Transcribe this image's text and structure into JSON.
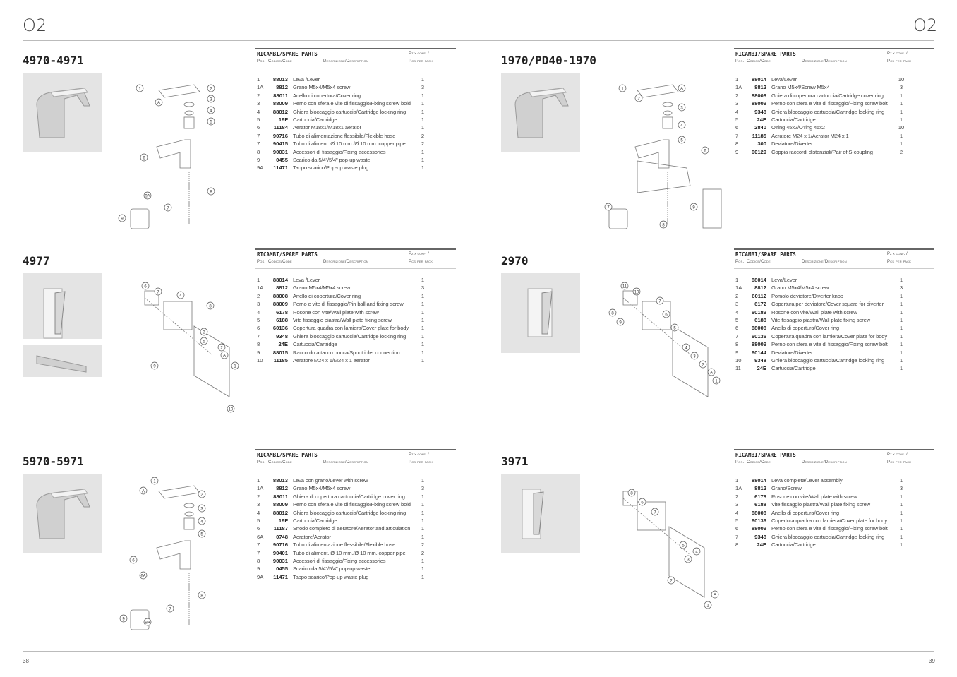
{
  "brand": "O2",
  "pages": {
    "left": "38",
    "right": "39"
  },
  "table_labels": {
    "heading": "RICAMBI/SPARE PARTS",
    "pos": "Pos.",
    "code": "Codice/Code",
    "description": "Descrizione/Description",
    "pcs_line1": "Pz x conf. /",
    "pcs_line2": "Pcs per pack"
  },
  "sections": [
    {
      "title": "4970-4971",
      "callouts": [
        "1",
        "2",
        "3",
        "4",
        "5",
        "A",
        "6",
        "8",
        "7",
        "9A",
        "9"
      ],
      "rows": [
        [
          "1",
          "88013",
          "Leva /Lever",
          "1"
        ],
        [
          "1A",
          "8812",
          "Grano M5x4/M5x4 screw",
          "3"
        ],
        [
          "2",
          "88011",
          "Anello di copertura/Cover ring",
          "1"
        ],
        [
          "3",
          "88009",
          "Perno con sfera e vite di fissaggio/Fixing screw bold",
          "1"
        ],
        [
          "4",
          "88012",
          "Ghiera bloccaggio cartuccia/Cartridge locking ring",
          "1"
        ],
        [
          "5",
          "19F",
          "Cartuccia/Cartridge",
          "1"
        ],
        [
          "6",
          "11184",
          "Aerator M18x1/M18x1 aerator",
          "1"
        ],
        [
          "7",
          "90716",
          "Tubo di alimentazione  flessibile/Flexible hose",
          "2"
        ],
        [
          "7",
          "90415",
          "Tubo di aliment. Ø 10 mm./Ø 10 mm. copper pipe",
          "2"
        ],
        [
          "8",
          "90031",
          "Accessori di fissaggio/Fixing accessories",
          "1"
        ],
        [
          "9",
          "0455",
          "Scarico da 5/4\"/5/4\" pop-up waste",
          "1"
        ],
        [
          "9A",
          "11471",
          "Tappo scarico/Pop-up waste plug",
          "1"
        ]
      ]
    },
    {
      "title": "1970/PD40-1970",
      "callouts": [
        "1",
        "A",
        "2",
        "3",
        "4",
        "5",
        "6",
        "7",
        "8",
        "9"
      ],
      "rows": [
        [
          "1",
          "88014",
          "Leva/Lever",
          "10"
        ],
        [
          "1A",
          "8812",
          "Grano M5x4/Screw M5x4",
          "3"
        ],
        [
          "2",
          "88008",
          "Ghiera di copertura cartuccia/Cartridge cover ring",
          "1"
        ],
        [
          "3",
          "88009",
          "Perno con sfera e vite di fissaggio/Fixing screw bolt",
          "1"
        ],
        [
          "4",
          "9348",
          "Ghiera bloccaggio cartuccia/Cartridge locking ring",
          "1"
        ],
        [
          "5",
          "24E",
          "Cartuccia/Cartridge",
          "1"
        ],
        [
          "6",
          "2840",
          "O'ring 45x2/O'ring 45x2",
          "10"
        ],
        [
          "7",
          "11185",
          "Aeratore M24 x 1/Aerator M24 x 1",
          "1"
        ],
        [
          "8",
          "300",
          "Deviatore/Diverter",
          "1"
        ],
        [
          "9",
          "60129",
          "Coppia raccordi distanziali/Pair of S-coupling",
          "2"
        ]
      ]
    },
    {
      "title": "4977",
      "callouts": [
        "6",
        "7",
        "4",
        "8",
        "5",
        "3",
        "2",
        "A",
        "1",
        "9",
        "10"
      ],
      "rows": [
        [
          "1",
          "88014",
          "Leva /Lever",
          "1"
        ],
        [
          "1A",
          "8812",
          "Grano M5x4/M5x4 screw",
          "3"
        ],
        [
          "2",
          "88008",
          "Anello di copertura/Cover ring",
          "1"
        ],
        [
          "3",
          "88009",
          "Perno e vite di fissaggio/Pin ball and fixing screw",
          "1"
        ],
        [
          "4",
          "6178",
          "Rosone con vite/Wall plate with screw",
          "1"
        ],
        [
          "5",
          "6188",
          "Vite fissaggio piastra/Wall plate fixing screw",
          "1"
        ],
        [
          "6",
          "60136",
          "Copertura quadra con lamiera/Cover plate for body",
          "1"
        ],
        [
          "7",
          "9348",
          "Ghiera bloccaggio cartuccia/Cartridge locking ring",
          "1"
        ],
        [
          "8",
          "24E",
          "Cartuccia/Cartridge",
          "1"
        ],
        [
          "9",
          "88015",
          "Raccordo attacco bocca/Spout inlet connection",
          "1"
        ],
        [
          "10",
          "11185",
          "Aeratore M24 x 1/M24 x 1 aerator",
          "1"
        ]
      ]
    },
    {
      "title": "2970",
      "callouts": [
        "11",
        "10",
        "8",
        "9",
        "7",
        "6",
        "5",
        "4",
        "3",
        "2",
        "A",
        "1"
      ],
      "rows": [
        [
          "1",
          "88014",
          "Leva/Lever",
          "1"
        ],
        [
          "1A",
          "8812",
          "Grano M5x4/M5x4 screw",
          "3"
        ],
        [
          "2",
          "60112",
          "Pomolo deviatore/Diverter knob",
          "1"
        ],
        [
          "3",
          "6172",
          "Copertura per deviatore/Cover square for diverter",
          "1"
        ],
        [
          "4",
          "60189",
          "Rosone con vite/Wall plate with screw",
          "1"
        ],
        [
          "5",
          "6188",
          "Vite fissaggio piastra/Wall plate fixing screw",
          "1"
        ],
        [
          "6",
          "88008",
          "Anello di copertura/Cover ring",
          "1"
        ],
        [
          "7",
          "60136",
          "Copertura quadra con lamiera/Cover plate for body",
          "1"
        ],
        [
          "8",
          "88009",
          "Perno con sfera e vite di fissaggio/Fixing screw bolt",
          "1"
        ],
        [
          "9",
          "60144",
          "Deviatore/Diverter",
          "1"
        ],
        [
          "10",
          "9348",
          "Ghiera bloccaggio cartuccia/Cartridge locking ring",
          "1"
        ],
        [
          "11",
          "24E",
          "Cartuccia/Cartridge",
          "1"
        ]
      ]
    },
    {
      "title": "5970-5971",
      "callouts": [
        "1",
        "A",
        "2",
        "3",
        "4",
        "5",
        "6",
        "6A",
        "8",
        "7",
        "9A",
        "9"
      ],
      "rows": [
        [
          "1",
          "88013",
          "Leva con grano/Lever with screw",
          "1"
        ],
        [
          "1A",
          "8812",
          "Grano M5x4/M5x4 screw",
          "3"
        ],
        [
          "2",
          "88011",
          "Ghiera di copertura cartuccia/Cartridge cover ring",
          "1"
        ],
        [
          "3",
          "88009",
          "Perno con sfera e vite di fissaggio/Fixing screw bold",
          "1"
        ],
        [
          "4",
          "88012",
          "Ghiera bloccaggio cartuccia/Cartridge locking ring",
          "1"
        ],
        [
          "5",
          "19F",
          "Cartuccia/Cartridge",
          "1"
        ],
        [
          "6",
          "11187",
          "Snodo completo di aeratore/Aerator and articulation",
          "1"
        ],
        [
          "6A",
          "0748",
          "Aeratore/Aerator",
          "1"
        ],
        [
          "7",
          "90716",
          "Tubo di alimentazione  flessibile/Flexible hose",
          "2"
        ],
        [
          "7",
          "90401",
          "Tubo di aliment. Ø 10 mm./Ø 10 mm. copper pipe",
          "2"
        ],
        [
          "8",
          "90031",
          "Accessori di fissaggio/Fixing accessories",
          "1"
        ],
        [
          "9",
          "0455",
          "Scarico da 5/4\"/5/4\" pop-up waste",
          "1"
        ],
        [
          "9A",
          "11471",
          "Tappo scarico/Pop-up waste plug",
          "1"
        ]
      ]
    },
    {
      "title": "3971",
      "callouts": [
        "8",
        "6",
        "7",
        "5",
        "4",
        "3",
        "2",
        "A",
        "1"
      ],
      "rows": [
        [
          "1",
          "88014",
          "Leva completa/Lever assembly",
          "1"
        ],
        [
          "1A",
          "8812",
          "Grano/Screw",
          "3"
        ],
        [
          "2",
          "6178",
          "Rosone con vite/Wall plate with screw",
          "1"
        ],
        [
          "3",
          "6188",
          "Vite fissaggio piastra/Wall plate fixing screw",
          "1"
        ],
        [
          "4",
          "88008",
          "Anello di copertura/Cover ring",
          "1"
        ],
        [
          "5",
          "60136",
          "Copertura quadra con lamiera/Cover plate for body",
          "1"
        ],
        [
          "6",
          "88009",
          "Perno con sfera e vite di fissaggio/Fixing screw bolt",
          "1"
        ],
        [
          "7",
          "9348",
          "Ghiera bloccaggio cartuccia/Cartridge locking ring",
          "1"
        ],
        [
          "8",
          "24E",
          "Cartuccia/Cartridge",
          "1"
        ]
      ]
    }
  ]
}
